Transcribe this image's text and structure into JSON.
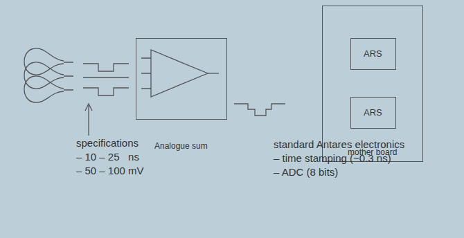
{
  "diagram": {
    "nodes": [
      {
        "text": [
          "Analogue sum"
        ]
      },
      {
        "text": [
          "mother board"
        ]
      },
      {
        "text": [
          "ARS"
        ],
        "in": 1
      },
      {
        "text": [
          "ARS"
        ],
        "in": 1
      }
    ],
    "labels": [
      "specifications",
      "– 10 – 25   ns",
      "– 50 – 100 mV",
      "standard Antares electronics",
      "– time stamping (~0.3 ns)",
      "– ADC (8 bits)"
    ]
  }
}
